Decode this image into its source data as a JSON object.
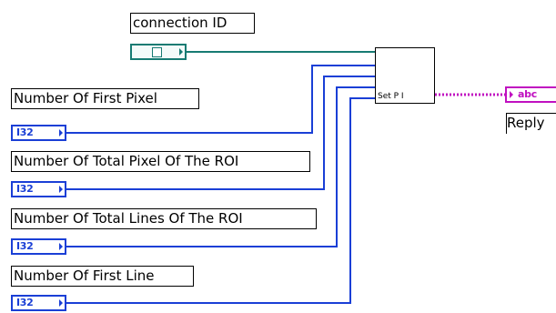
{
  "diagram": {
    "controls": [
      {
        "label": "connection ID",
        "type": "refnum"
      },
      {
        "label": "Number Of First Pixel",
        "type": "I32"
      },
      {
        "label": "Number Of Total Pixel Of The ROI",
        "type": "I32"
      },
      {
        "label": "Number Of Total Lines Of The ROI",
        "type": "I32"
      },
      {
        "label": "Number Of First Line",
        "type": "I32"
      }
    ],
    "node": {
      "title": "Set P I"
    },
    "indicator": {
      "label": "Reply",
      "type": "abc"
    }
  },
  "colors": {
    "i32_wire": "#1a3fd6",
    "refnum_wire": "#177b73",
    "string_wire": "#c010c0"
  }
}
